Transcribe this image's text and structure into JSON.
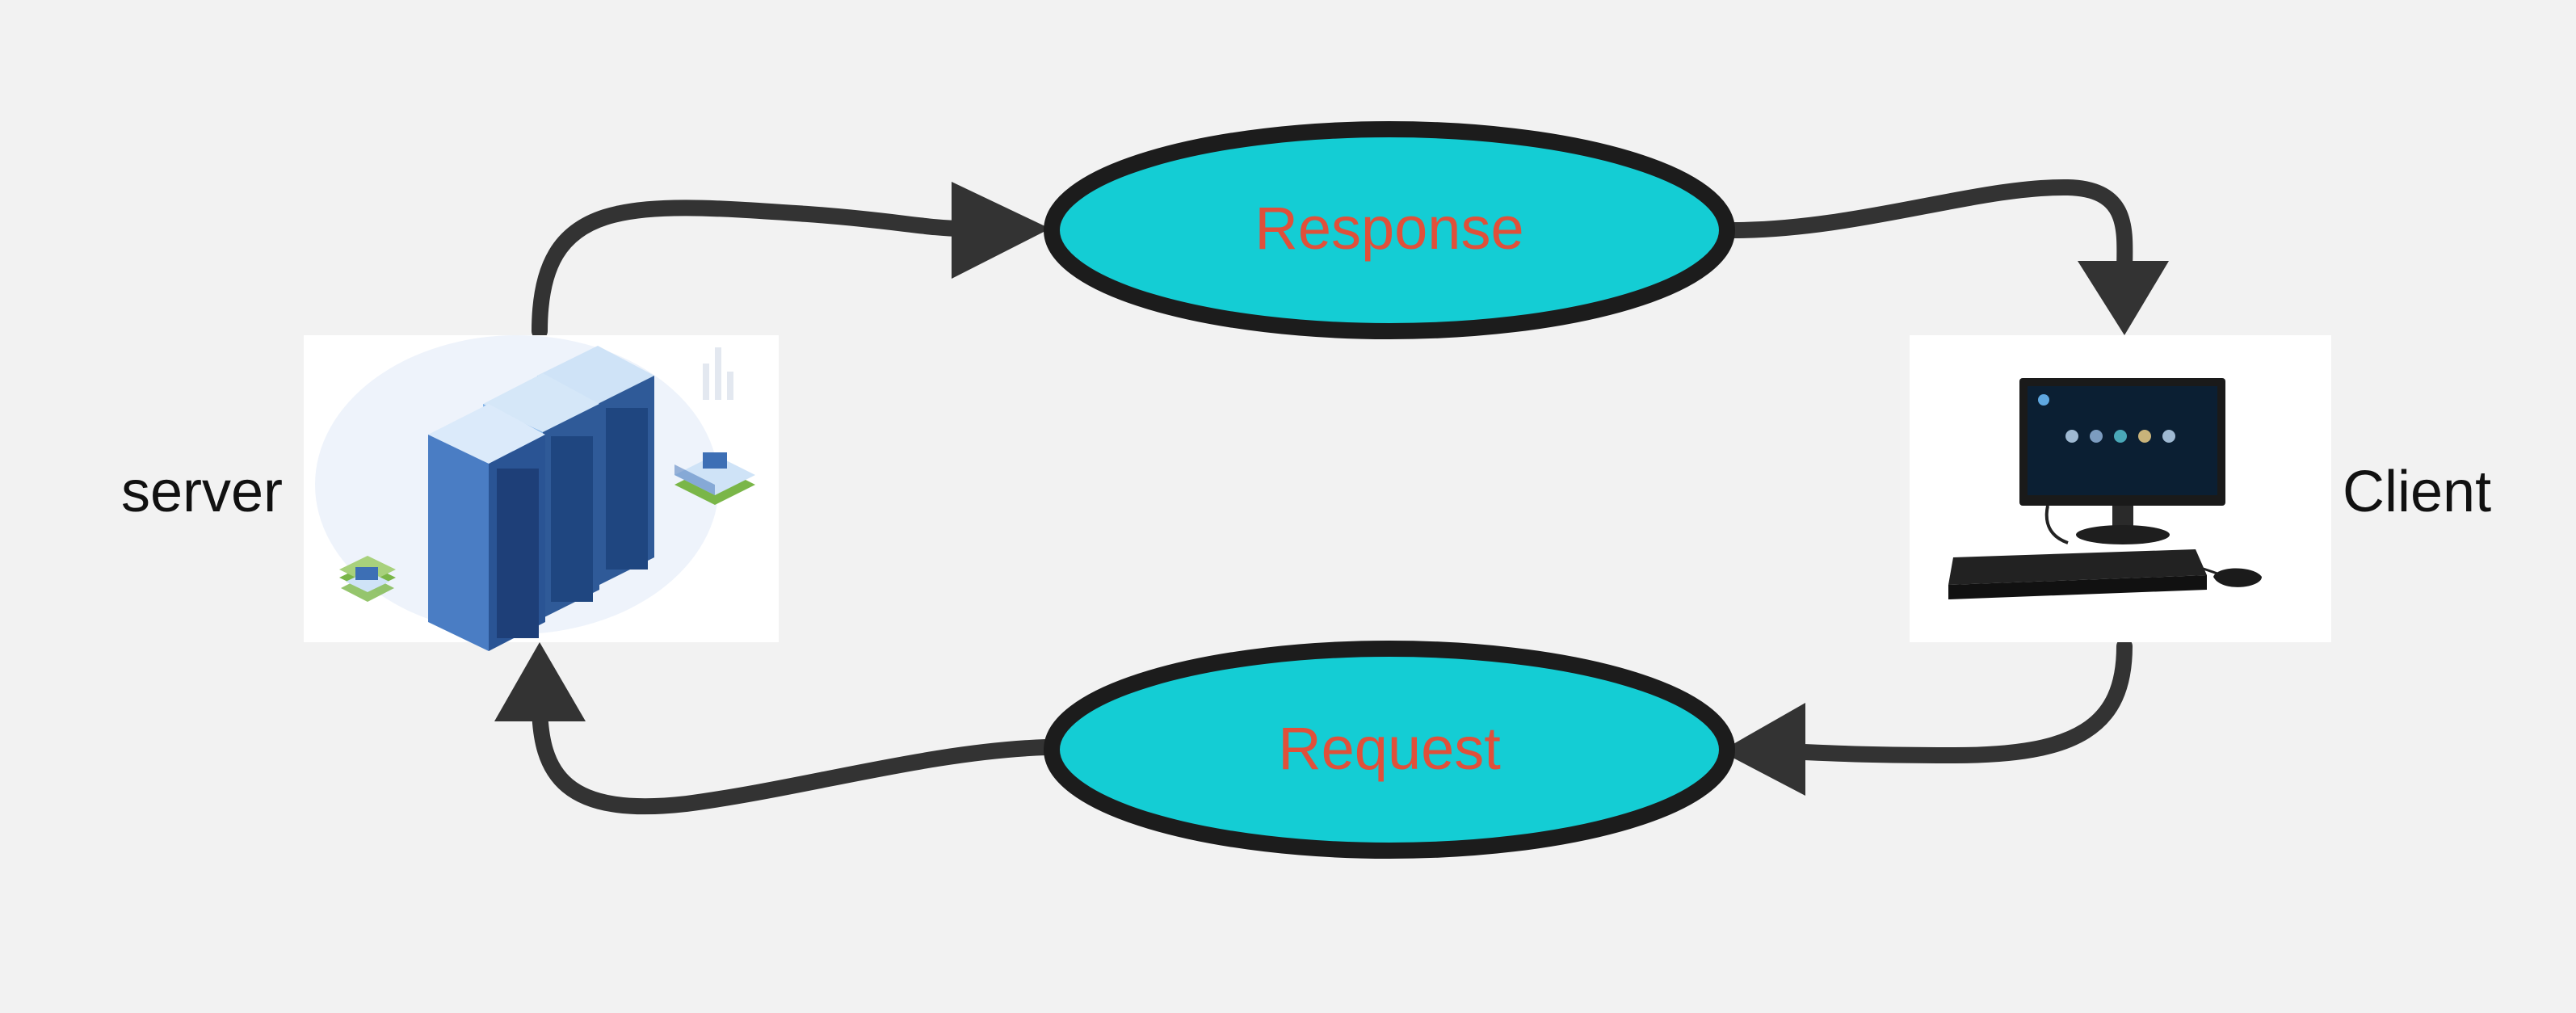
{
  "diagram": {
    "nodes": {
      "server": {
        "label": "server",
        "icon": "server-rack-icon"
      },
      "client": {
        "label": "Client",
        "icon": "desktop-computer-icon"
      },
      "response": {
        "label": "Response"
      },
      "request": {
        "label": "Request"
      }
    },
    "edges": [
      {
        "from": "server",
        "to": "response"
      },
      {
        "from": "response",
        "to": "client"
      },
      {
        "from": "client",
        "to": "request"
      },
      {
        "from": "request",
        "to": "server"
      }
    ]
  },
  "colors": {
    "background": "#f2f2f2",
    "ellipse_fill": "#14cdd4",
    "ellipse_stroke": "#1c1c1c",
    "ellipse_text": "#e0503a",
    "arrow": "#333333",
    "server_blue": "#3d6fb5",
    "server_light": "#b8d8f5"
  }
}
